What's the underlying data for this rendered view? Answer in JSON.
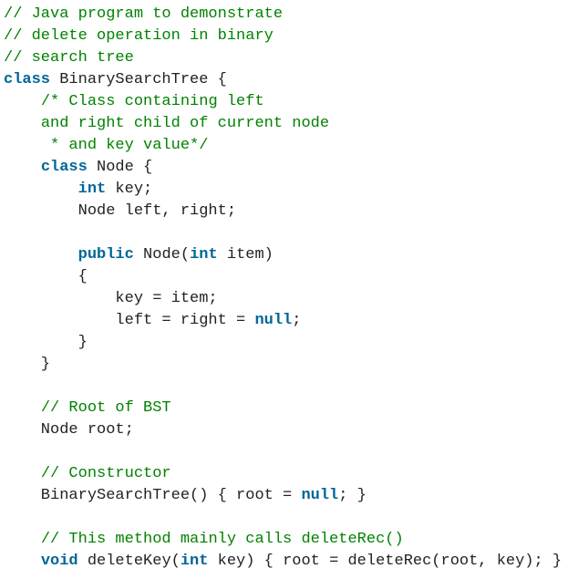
{
  "colors": {
    "keyword": "#006699",
    "comment": "#008200",
    "text": "#222222"
  },
  "code_lines": [
    [
      [
        "cm",
        "// Java program to demonstrate"
      ]
    ],
    [
      [
        "cm",
        "// delete operation in binary"
      ]
    ],
    [
      [
        "cm",
        "// search tree"
      ]
    ],
    [
      [
        "kw",
        "class"
      ],
      [
        "tx",
        " BinarySearchTree {"
      ]
    ],
    [
      [
        "tx",
        "    "
      ],
      [
        "cm",
        "/* Class containing left"
      ]
    ],
    [
      [
        "tx",
        "    "
      ],
      [
        "cm",
        "and right child of current node"
      ]
    ],
    [
      [
        "tx",
        "     "
      ],
      [
        "cm",
        "* and key value*/"
      ]
    ],
    [
      [
        "tx",
        "    "
      ],
      [
        "kw",
        "class"
      ],
      [
        "tx",
        " Node {"
      ]
    ],
    [
      [
        "tx",
        "        "
      ],
      [
        "kw",
        "int"
      ],
      [
        "tx",
        " key;"
      ]
    ],
    [
      [
        "tx",
        "        Node left, right;"
      ]
    ],
    [
      [
        "tx",
        " "
      ]
    ],
    [
      [
        "tx",
        "        "
      ],
      [
        "kw",
        "public"
      ],
      [
        "tx",
        " Node("
      ],
      [
        "kw",
        "int"
      ],
      [
        "tx",
        " item)"
      ]
    ],
    [
      [
        "tx",
        "        {"
      ]
    ],
    [
      [
        "tx",
        "            key = item;"
      ]
    ],
    [
      [
        "tx",
        "            left = right = "
      ],
      [
        "kw",
        "null"
      ],
      [
        "tx",
        ";"
      ]
    ],
    [
      [
        "tx",
        "        }"
      ]
    ],
    [
      [
        "tx",
        "    }"
      ]
    ],
    [
      [
        "tx",
        " "
      ]
    ],
    [
      [
        "tx",
        "    "
      ],
      [
        "cm",
        "// Root of BST"
      ]
    ],
    [
      [
        "tx",
        "    Node root;"
      ]
    ],
    [
      [
        "tx",
        " "
      ]
    ],
    [
      [
        "tx",
        "    "
      ],
      [
        "cm",
        "// Constructor"
      ]
    ],
    [
      [
        "tx",
        "    BinarySearchTree() { root = "
      ],
      [
        "kw",
        "null"
      ],
      [
        "tx",
        "; }"
      ]
    ],
    [
      [
        "tx",
        " "
      ]
    ],
    [
      [
        "tx",
        "    "
      ],
      [
        "cm",
        "// This method mainly calls deleteRec()"
      ]
    ],
    [
      [
        "tx",
        "    "
      ],
      [
        "kw",
        "void"
      ],
      [
        "tx",
        " deleteKey("
      ],
      [
        "kw",
        "int"
      ],
      [
        "tx",
        " key) { root = deleteRec(root, key); }"
      ]
    ]
  ]
}
